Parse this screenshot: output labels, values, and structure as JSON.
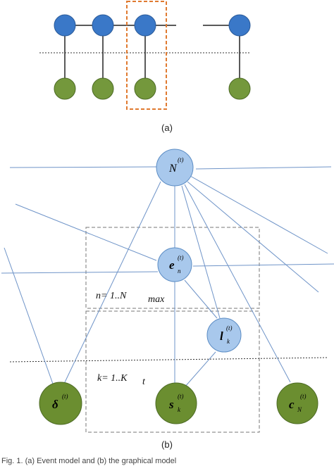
{
  "colors": {
    "blue_node": "#3a78c8",
    "blue_node_stroke": "#2a5a98",
    "green_node": "#74983c",
    "green_node_stroke": "#4d6b25",
    "light_blue_node": "#a8c8ec",
    "light_blue_stroke": "#5b8cc4",
    "dark_green_node": "#6b8e30",
    "orange_box": "#e07a30",
    "edge_blue": "#6f94c8",
    "plate_gray": "#777777"
  },
  "panel_a": {
    "label": "(a)"
  },
  "panel_b": {
    "label": "(b)",
    "nodes": {
      "N": {
        "base": "N",
        "sup": "(t)",
        "sub": ""
      },
      "e": {
        "base": "e",
        "sup": "(t)",
        "sub": "n"
      },
      "l": {
        "base": "l",
        "sup": "(t)",
        "sub": "k"
      },
      "delta": {
        "base": "δ",
        "sup": "(t)",
        "sub": ""
      },
      "s": {
        "base": "s",
        "sup": "(t)",
        "sub": "k"
      },
      "c": {
        "base": "c",
        "sup": "(t)",
        "sub": "N"
      }
    },
    "plate_n_label": "n= 1..N",
    "plate_n_sub": "max",
    "plate_k_label": "k= 1..K",
    "plate_k_sub": "t"
  },
  "caption": "Fig. 1. (a) Event model and (b) the graphical model"
}
